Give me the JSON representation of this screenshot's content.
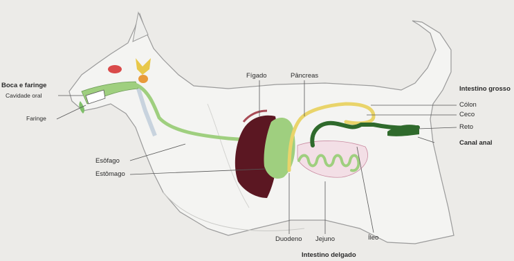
{
  "labels": {
    "boca_faringe": "Boca e faringe",
    "cavidade_oral": "Cavidade oral",
    "faringe": "Faringe",
    "esofago": "Esôfago",
    "estomago": "Estômago",
    "figado": "Fígado",
    "pancreas": "Pâncreas",
    "intestino_grosso": "Intestino grosso",
    "colon": "Cólon",
    "ceco": "Ceco",
    "reto": "Reto",
    "canal_anal": "Canal anal",
    "duodeno": "Duodeno",
    "jejuno": "Jejuno",
    "ileo": "Íleo",
    "intestino_delgado": "Intestino delgado"
  },
  "colors": {
    "background": "#ecebe8",
    "body": "#f4f4f2",
    "outline": "#9a9a9a",
    "digestive_tract": "#9fcf7f",
    "liver": "#5b1722",
    "liver_edge": "#a84a55",
    "pancreas_duodenum": "#e9d46a",
    "colon": "#2f6a2c",
    "mesentery": "#c98aa0",
    "cheek": "#d94a4a",
    "salivary_yellow": "#e8c84a",
    "salivary_orange": "#e89a3a"
  }
}
